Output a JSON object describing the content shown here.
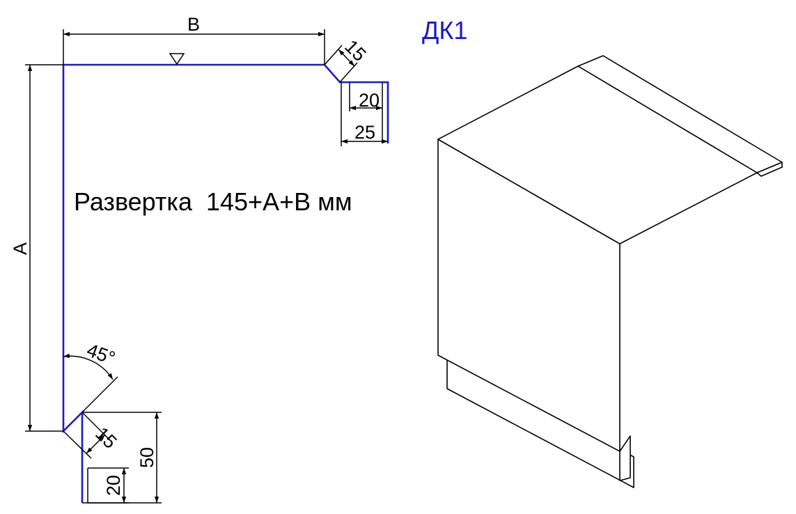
{
  "title": "ДК1",
  "development_note": "Развертка  145+А+В мм",
  "dimensions": {
    "width_label": "В",
    "height_label": "А",
    "top_bevel": "15",
    "top_flange_inner": "20",
    "top_flange_outer": "25",
    "angle": "45°",
    "bottom_bevel": "15",
    "bottom_total": "50",
    "bottom_flange": "20"
  },
  "colors": {
    "profile": "#1a1acc",
    "title": "#1a1acc",
    "lines": "#000000"
  }
}
